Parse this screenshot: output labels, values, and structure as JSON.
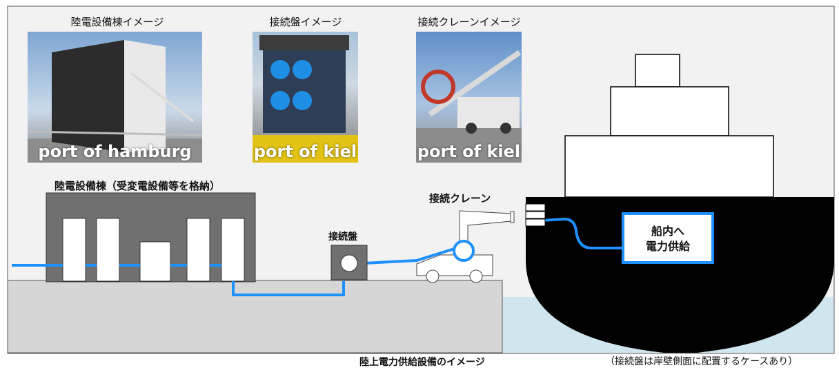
{
  "photos": [
    {
      "label": "陸電設備棟イメージ",
      "watermark": "port of hamburg"
    },
    {
      "label": "接続盤イメージ",
      "watermark": "port of kiel"
    },
    {
      "label": "接続クレーンイメージ",
      "watermark": "port of kiel"
    }
  ],
  "diagram": {
    "building_label": "陸電設備棟（受変電設備等を格納）",
    "panel_label": "接続盤",
    "crane_label": "接続クレーン",
    "ship_box_line1": "船内へ",
    "ship_box_line2": "電力供給"
  },
  "footer": {
    "caption": "陸上電力供給設備のイメージ",
    "note": "（接続盤は岸壁側面に配置するケースあり）"
  },
  "colors": {
    "cable": "#1e90ff",
    "frame_bg": "#f2f2f2",
    "ground": "#d6d6d6",
    "water": "#cfe6ee",
    "building": "#707070",
    "ship": "#000000"
  }
}
